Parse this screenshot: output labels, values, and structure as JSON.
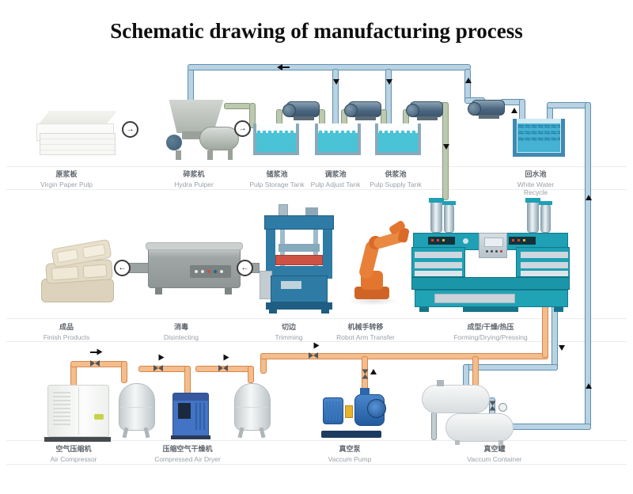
{
  "title": "Schematic drawing of manufacturing process",
  "rows": [
    {
      "name": "pulp-preparation",
      "items": [
        {
          "zh": "原浆板",
          "en": "Virgin Paper Pulp"
        },
        {
          "zh": "碎浆机",
          "en": "Hydra Pulper"
        },
        {
          "zh": "储浆池",
          "en": "Pulp Storage Tank"
        },
        {
          "zh": "调浆池",
          "en": "Pulp Adjust Tank"
        },
        {
          "zh": "供浆池",
          "en": "Pulp Supply Tank"
        },
        {
          "zh": "回水池",
          "en": "White Water Recycle"
        }
      ]
    },
    {
      "name": "forming-finishing",
      "items": [
        {
          "zh": "成品",
          "en": "Finish Products"
        },
        {
          "zh": "消毒",
          "en": "Disintecting"
        },
        {
          "zh": "切边",
          "en": "Trimming"
        },
        {
          "zh": "机械手转移",
          "en": "Robot Arm Transfer"
        },
        {
          "zh": "成型/干燥/热压",
          "en": "Forming/Drying/Pressing"
        }
      ]
    },
    {
      "name": "utilities",
      "items": [
        {
          "zh": "空气压缩机",
          "en": "Air Compressor"
        },
        {
          "zh": "压缩空气干燥机",
          "en": "Compressed Air Dryer"
        },
        {
          "zh": "真空泵",
          "en": "Vaccum Pump"
        },
        {
          "zh": "真空罐",
          "en": "Vaccum Container"
        }
      ]
    }
  ],
  "icons": {
    "arrow_right": "→",
    "arrow_left": "←",
    "waves": "≈≈≈≈≈≈≈≈≈≈"
  },
  "colors": {
    "pipe_white_water": "#b9d3e3",
    "pipe_pulp": "#bcc9ae",
    "pipe_air": "#f3bd8d",
    "tank_water": "#49c3d5",
    "white_water_tank": "#3e8ab2",
    "forming_machine_teal": "#1fa0b4",
    "robot_orange": "#e2762f",
    "press_blue": "#2e7ba6",
    "press_platen_red": "#ce5243",
    "dryer_blue": "#4273c5",
    "vacuum_pump_blue": "#2c66ab",
    "coupling_yellow": "#e5b32c"
  }
}
